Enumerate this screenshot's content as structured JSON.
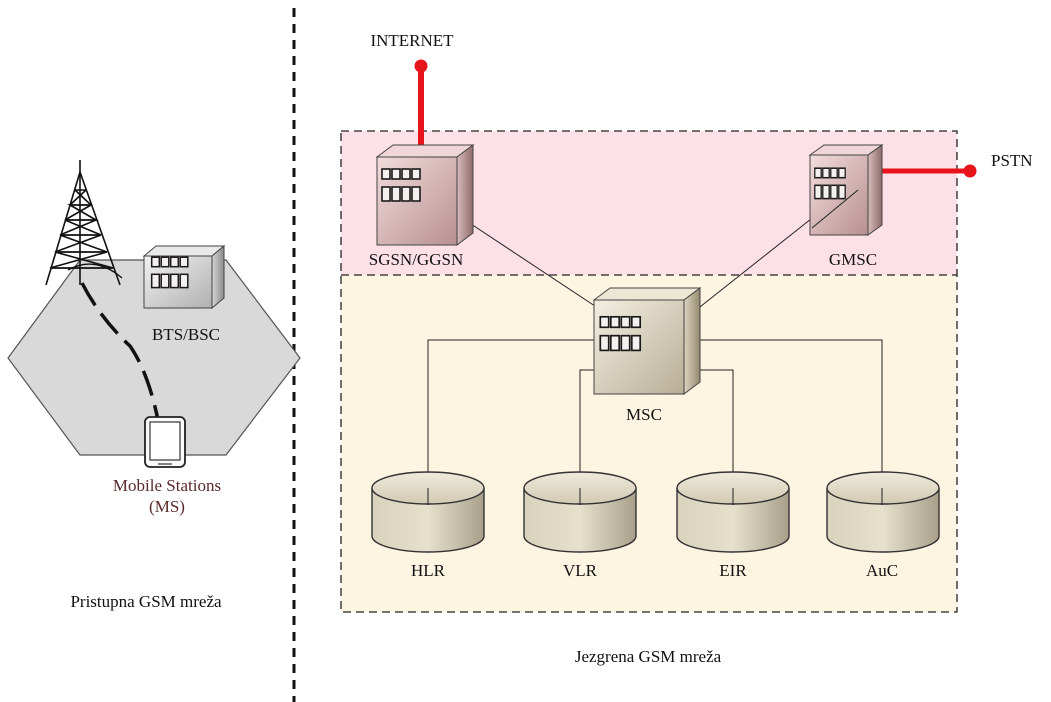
{
  "labels": {
    "internet": "INTERNET",
    "pstn": "PSTN",
    "sgsn_ggsn": "SGSN/GGSN",
    "gmsc": "GMSC",
    "msc": "MSC",
    "hlr": "HLR",
    "vlr": "VLR",
    "eir": "EIR",
    "auc": "AuC",
    "bts_bsc": "BTS/BSC",
    "mobile_stations_line1": "Mobile Stations",
    "mobile_stations_line2": "(MS)",
    "access_network": "Pristupna GSM mreža",
    "core_network": "Jezgrena GSM mreža"
  },
  "colors": {
    "top_zone_fill": "#fde1e6",
    "bottom_zone_fill": "#fdf5e2",
    "cell_fill": "#d9d9d9",
    "link_red": "#e8141c",
    "ms_label": "#5a2a2a"
  },
  "icons": {
    "tower": "antenna-tower-icon",
    "building": "building-icon",
    "database": "database-icon",
    "phone": "mobile-phone-icon"
  }
}
